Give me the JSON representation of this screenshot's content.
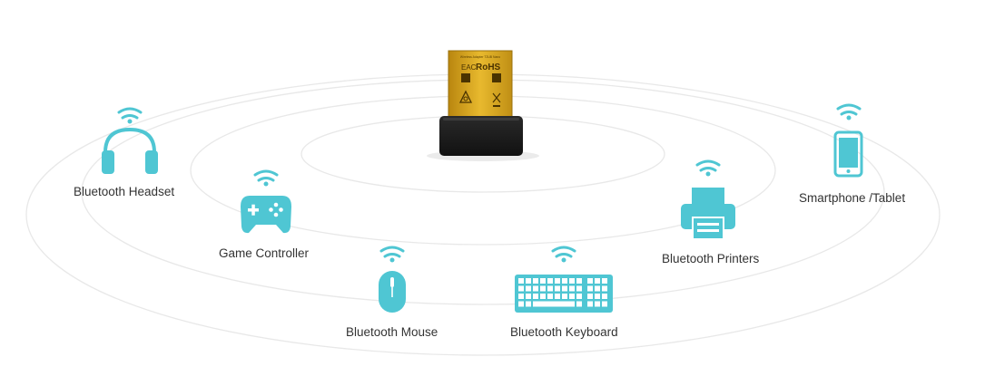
{
  "adapter": {
    "model_text": "Wireless Adapter T2UB Nano",
    "marks": [
      "EAC",
      "RoHS"
    ]
  },
  "colors": {
    "accent": "#4fc6d3",
    "ring": "#e8e8e8",
    "label": "#333333",
    "gold": "#d9a521"
  },
  "devices": [
    {
      "id": "headset",
      "icon": "headphones-icon",
      "label": "Bluetooth Headset"
    },
    {
      "id": "controller",
      "icon": "gamepad-icon",
      "label": "Game Controller"
    },
    {
      "id": "mouse",
      "icon": "mouse-icon",
      "label": "Bluetooth Mouse"
    },
    {
      "id": "keyboard",
      "icon": "keyboard-icon",
      "label": "Bluetooth Keyboard"
    },
    {
      "id": "printer",
      "icon": "printer-icon",
      "label": "Bluetooth Printers"
    },
    {
      "id": "phone",
      "icon": "smartphone-icon",
      "label": "Smartphone /Tablet"
    }
  ]
}
